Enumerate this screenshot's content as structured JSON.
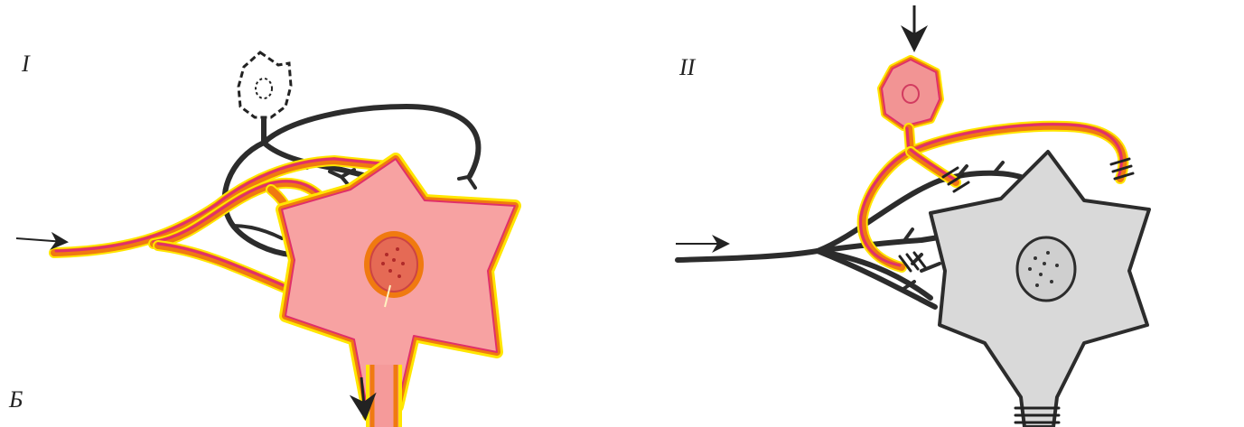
{
  "labels": {
    "panel_1": "I",
    "panel_2": "II",
    "bottom_left": "Б"
  },
  "colors": {
    "excited_fill": "#f59a9a",
    "excited_outline_orange": "#f07a10",
    "excited_outline_yellow": "#ffe600",
    "excited_outline_pink": "#e0306a",
    "inhibited_fill": "#d9d9d9",
    "pathway_dark": "#2c2c2c"
  },
  "icons": [
    "input-arrow-right-icon",
    "output-arrow-down-icon",
    "input-arrow-down-icon"
  ]
}
